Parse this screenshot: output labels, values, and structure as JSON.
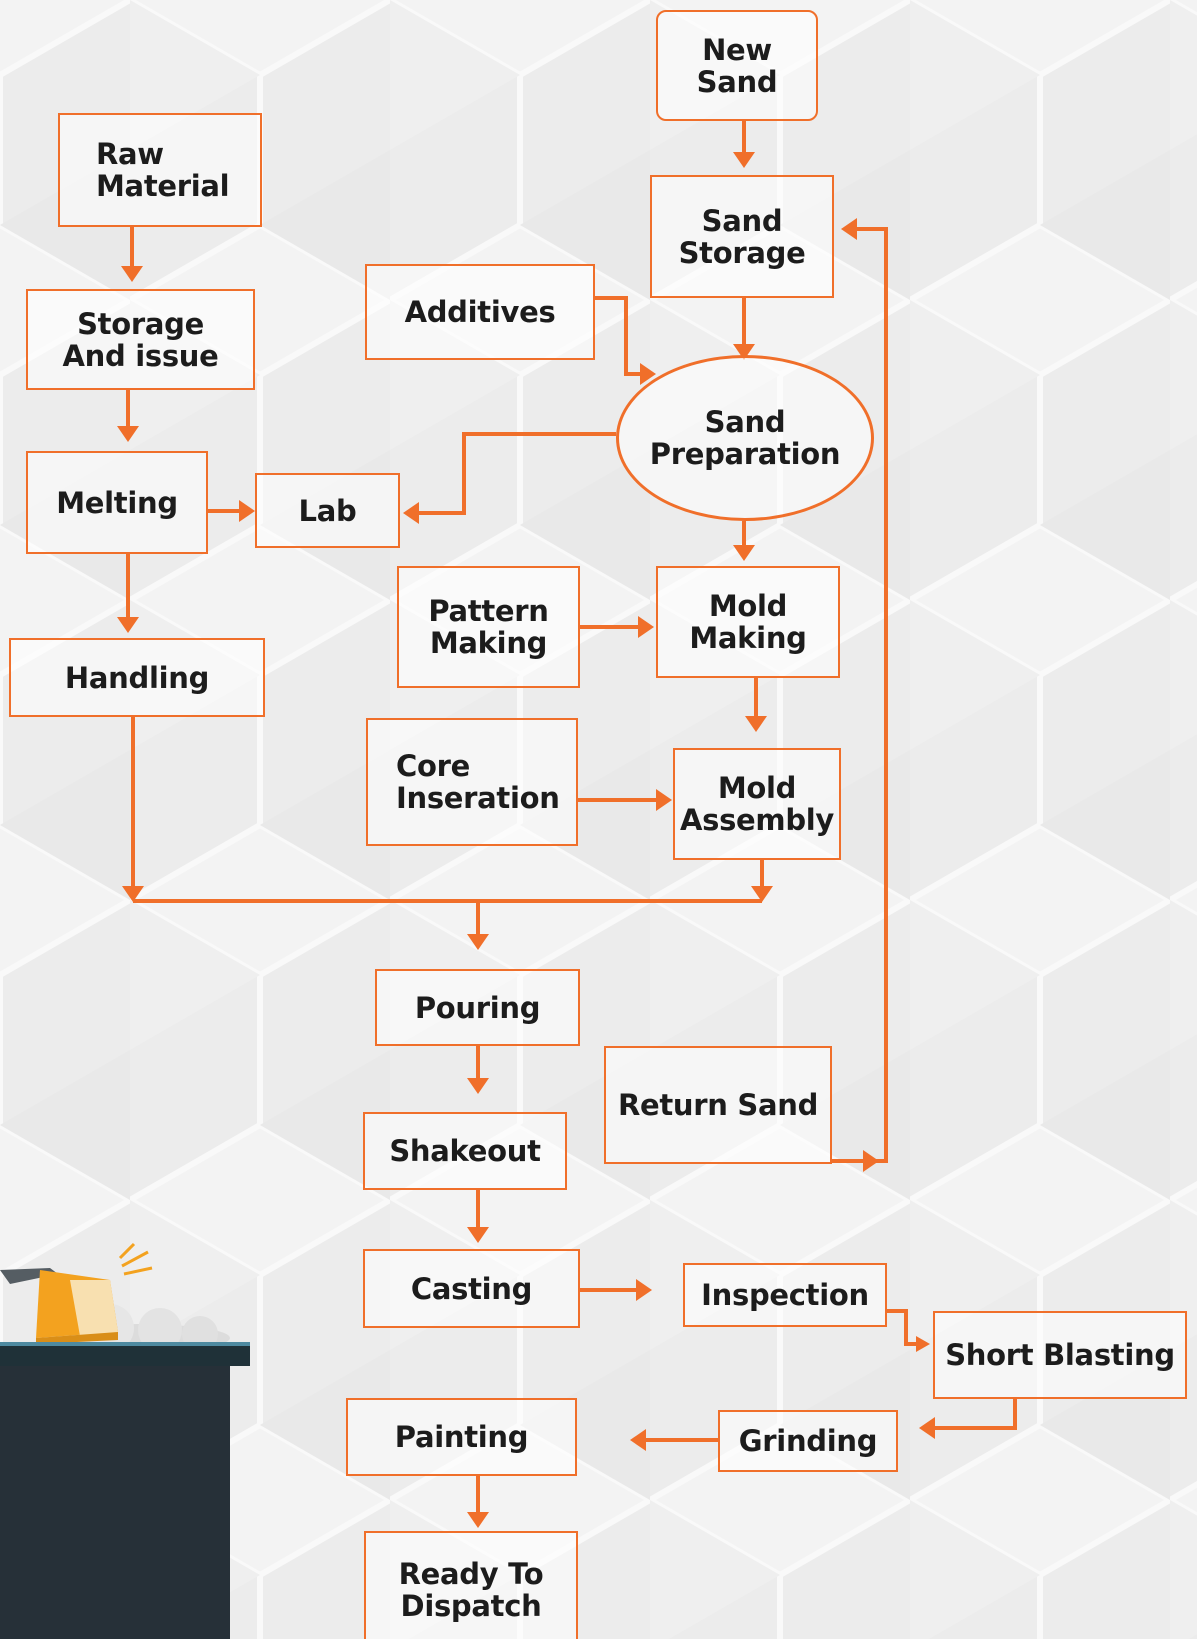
{
  "colors": {
    "accent": "#f06f2a",
    "text": "#1c1c1c",
    "background": "#f3f3f3",
    "machine_body": "#263038"
  },
  "nodes": {
    "new_sand": "New\nSand",
    "raw_material": "Raw\nMaterial",
    "sand_storage": "Sand\nStorage",
    "additives": "Additives",
    "storage_and_issue": "Storage\nAnd issue",
    "sand_preparation": "Sand\nPreparation",
    "melting": "Melting",
    "lab": "Lab",
    "pattern_making": "Pattern\nMaking",
    "mold_making": "Mold\nMaking",
    "handling": "Handling",
    "core_inseration": "Core\nInseration",
    "mold_assembly": "Mold\nAssembly",
    "pouring": "Pouring",
    "return_sand": "Return Sand",
    "shakeout": "Shakeout",
    "casting": "Casting",
    "inspection": "Inspection",
    "short_blasting": "Short Blasting",
    "painting": "Painting",
    "grinding": "Grinding",
    "ready_to_dispatch": "Ready To\nDispatch"
  },
  "decoration": {
    "illustration": "welding-machine-icon"
  }
}
